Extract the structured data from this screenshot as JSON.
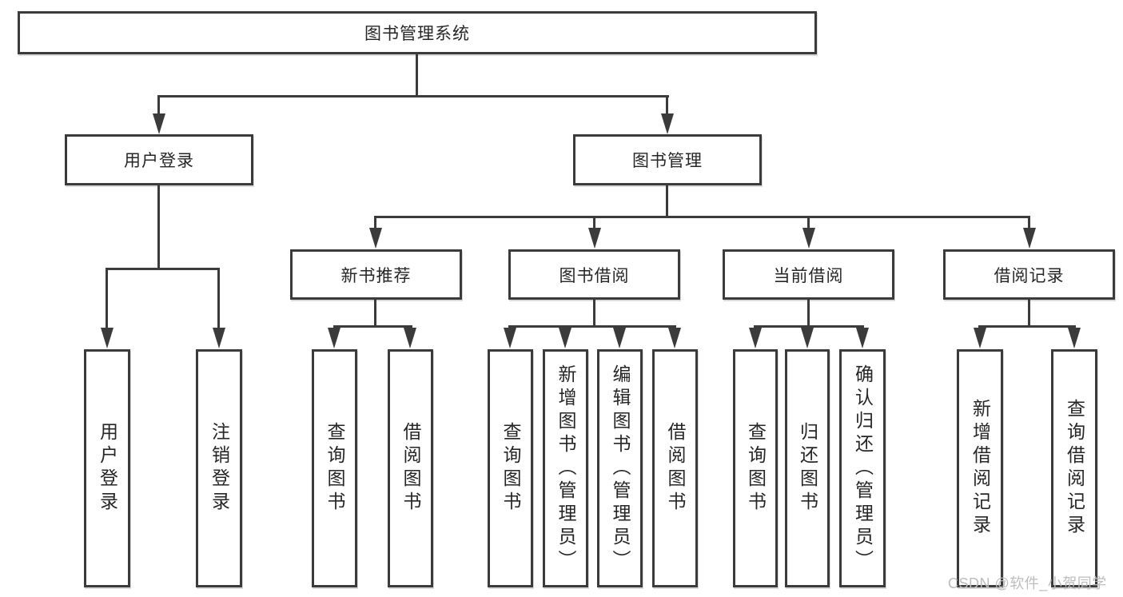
{
  "tree": {
    "label": "图书管理系统",
    "children": [
      {
        "label": "用户登录",
        "children": [
          {
            "label": "用户登录"
          },
          {
            "label": "注销登录"
          }
        ]
      },
      {
        "label": "图书管理",
        "children": [
          {
            "label": "新书推荐",
            "children": [
              {
                "label": "查询图书"
              },
              {
                "label": "借阅图书"
              }
            ]
          },
          {
            "label": "图书借阅",
            "children": [
              {
                "label": "查询图书"
              },
              {
                "label": "新增图书（管理员）"
              },
              {
                "label": "编辑图书（管理员）"
              },
              {
                "label": "借阅图书"
              }
            ]
          },
          {
            "label": "当前借阅",
            "children": [
              {
                "label": "查询图书"
              },
              {
                "label": "归还图书"
              },
              {
                "label": "确认归还（管理员）"
              }
            ]
          },
          {
            "label": "借阅记录",
            "children": [
              {
                "label": "新增借阅记录"
              },
              {
                "label": "查询借阅记录"
              }
            ]
          }
        ]
      }
    ]
  },
  "watermark": {
    "text": "CSDN @软件_小贺同学"
  },
  "colors": {
    "line": "#3b3b3b",
    "text": "#262626",
    "watermark": "#bdbdbd",
    "background": "#ffffff"
  }
}
